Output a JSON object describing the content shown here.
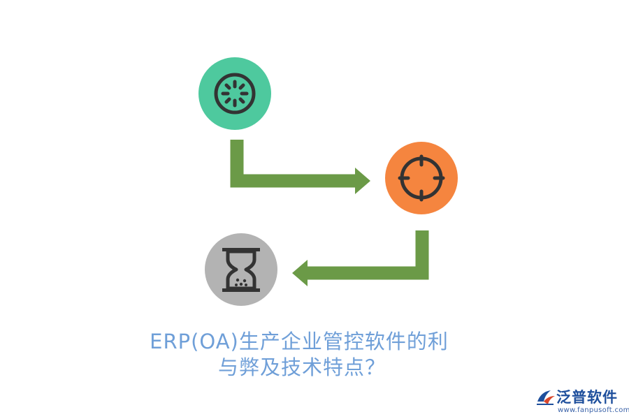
{
  "title": {
    "line1": "ERP(OA)生产企业管控软件的利",
    "line2": "与弊及技术特点？"
  },
  "logo": {
    "name": "泛普软件",
    "url": "www.fanpusoft.com"
  },
  "nodes": [
    {
      "id": "loading",
      "icon": "loading-spinner-icon",
      "color": "#4ec99e"
    },
    {
      "id": "target",
      "icon": "crosshair-target-icon",
      "color": "#f5853f"
    },
    {
      "id": "hourglass",
      "icon": "hourglass-icon",
      "color": "#b3b3b3"
    }
  ],
  "colors": {
    "arrow": "#6b9a47",
    "icon_stroke": "#333333",
    "title": "#6f9fd8",
    "logo_text": "#1e4f9c",
    "logo_accent": "#d9462b"
  }
}
